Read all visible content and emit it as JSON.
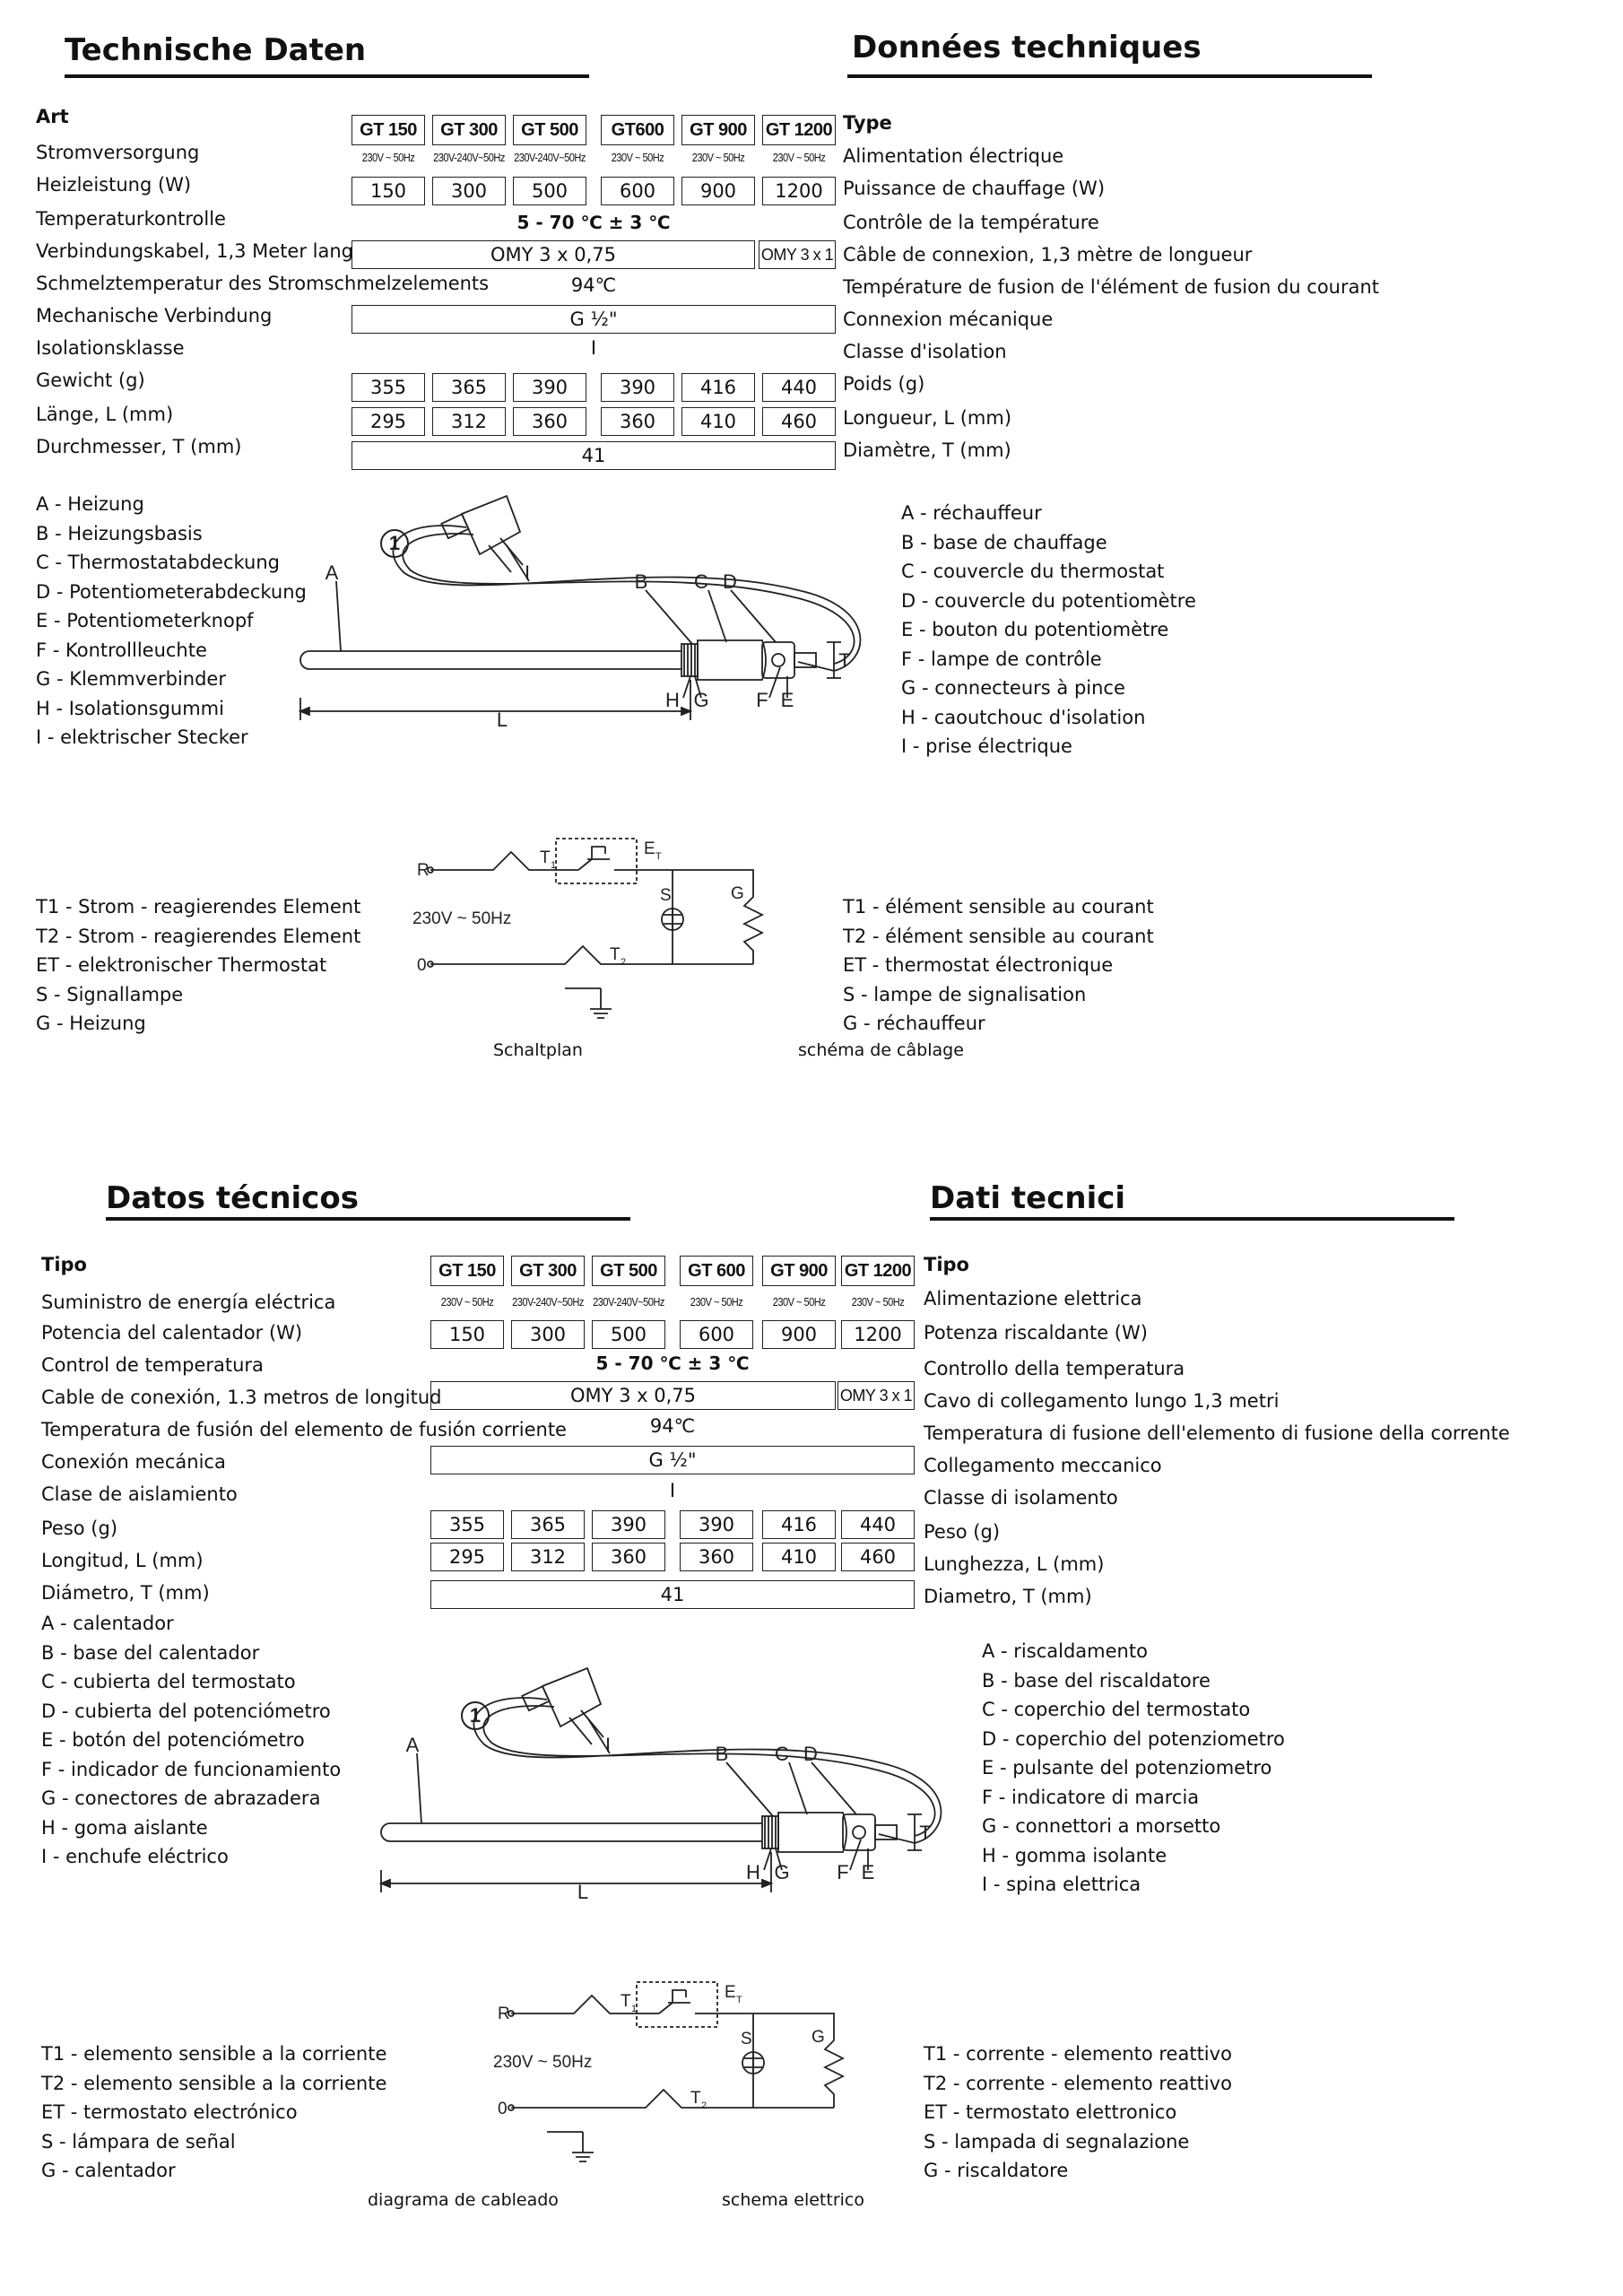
{
  "sections": {
    "de": {
      "title": "Technische Daten",
      "rows": [
        "Art",
        "Stromversorgung",
        "Heizleistung (W)",
        "Temperaturkontrolle",
        "Verbindungskabel, 1,3 Meter lang",
        "Schmelztemperatur des Stromschmelzelements",
        "Mechanische Verbindung",
        "Isolationsklasse",
        "Gewicht (g)",
        "Länge, L (mm)",
        "Durchmesser, T (mm)"
      ],
      "parts": [
        "A - Heizung",
        "B - Heizungsbasis",
        "C - Thermostatabdeckung",
        "D - Potentiometerabdeckung",
        "E - Potentiometerknopf",
        "F - Kontrollleuchte",
        "G - Klemmverbinder",
        "H - Isolationsgummi",
        "I - elektrischer Stecker"
      ],
      "circuit": [
        "T1 - Strom - reagierendes Element",
        "T2 - Strom - reagierendes Element",
        "ET - elektronischer Thermostat",
        "S - Signallampe",
        "G - Heizung"
      ],
      "wiring_caption": "Schaltplan"
    },
    "fr": {
      "title": "Données techniques",
      "rows": [
        "Type",
        "Alimentation électrique",
        "Puissance de chauffage (W)",
        "Contrôle de la température",
        "Câble de connexion, 1,3 mètre de longueur",
        "Température de fusion de l'élément de fusion du courant",
        "Connexion mécanique",
        "Classe d'isolation",
        "Poids (g)",
        "Longueur, L (mm)",
        "Diamètre, T (mm)"
      ],
      "parts": [
        "A - réchauffeur",
        "B - base de chauffage",
        "C - couvercle du thermostat",
        "D - couvercle du potentiomètre",
        "E - bouton du potentiomètre",
        "F - lampe de contrôle",
        "G - connecteurs à pince",
        "H - caoutchouc d'isolation",
        "I - prise électrique"
      ],
      "circuit": [
        "T1 - élément sensible au courant",
        "T2 - élément sensible au courant",
        "ET - thermostat électronique",
        "S - lampe de signalisation",
        "G - réchauffeur"
      ],
      "wiring_caption": "schéma de câblage"
    },
    "es": {
      "title": "Datos técnicos",
      "rows": [
        "Tipo",
        "Suministro de energía eléctrica",
        "Potencia del calentador (W)",
        "Control de temperatura",
        "Cable de conexión, 1.3 metros de longitud",
        "Temperatura de fusión del elemento de fusión corriente",
        "Conexión mecánica",
        "Clase de aislamiento",
        "Peso (g)",
        "Longitud, L (mm)",
        "Diámetro, T (mm)"
      ],
      "parts": [
        "A - calentador",
        "B - base del calentador",
        "C - cubierta del termostato",
        "D - cubierta del potenciómetro",
        "E - botón del potenciómetro",
        "F - indicador de funcionamiento",
        "G - conectores de abrazadera",
        "H - goma aislante",
        "I - enchufe eléctrico"
      ],
      "circuit": [
        "T1 - elemento sensible a la corriente",
        "T2 - elemento sensible a la corriente",
        "ET - termostato electrónico",
        "S - lámpara de señal",
        "G - calentador"
      ],
      "wiring_caption": "diagrama de cableado"
    },
    "it": {
      "title": "Dati tecnici",
      "rows": [
        "Tipo",
        "Alimentazione elettrica",
        "Potenza riscaldante (W)",
        "Controllo della temperatura",
        "Cavo di collegamento lungo 1,3 metri",
        "Temperatura di fusione dell'elemento di fusione della corrente",
        "Collegamento meccanico",
        "Classe di isolamento",
        "Peso (g)",
        "Lunghezza, L (mm)",
        "Diametro, T (mm)"
      ],
      "parts": [
        "A - riscaldamento",
        "B - base del riscaldatore",
        "C - coperchio del termostato",
        "D - coperchio del potenziometro",
        "E - pulsante del potenziometro",
        "F - indicatore di marcia",
        "G - connettori a morsetto",
        "H - gomma isolante",
        "I - spina elettrica"
      ],
      "circuit": [
        "T1 - corrente - elemento reattivo",
        "T2 - corrente - elemento reattivo",
        "ET - termostato elettronico",
        "S - lampada di segnalazione",
        "G - riscaldatore"
      ],
      "wiring_caption": "schema elettrico"
    }
  },
  "spec": {
    "models_top": [
      "GT 150",
      "GT 300",
      "GT 500",
      "GT600",
      "GT 900",
      "GT 1200"
    ],
    "models_bottom": [
      "GT 150",
      "GT 300",
      "GT 500",
      "GT 600",
      "GT 900",
      "GT 1200"
    ],
    "voltages": [
      "230V ~ 50Hz",
      "230V-240V~50Hz",
      "230V-240V~50Hz",
      "230V ~ 50Hz",
      "230V ~ 50Hz",
      "230V ~ 50Hz"
    ],
    "power": [
      "150",
      "300",
      "500",
      "600",
      "900",
      "1200"
    ],
    "temp_range": "5 - 70 ℃  ± 3 ℃",
    "cable": "OMY 3 x 0,75",
    "cable_last": "OMY 3 x 1",
    "fuse_temp": "94℃",
    "connection": "G ½\"",
    "insulation": "I",
    "weight": [
      "355",
      "365",
      "390",
      "390",
      "416",
      "440"
    ],
    "length": [
      "295",
      "312",
      "360",
      "360",
      "410",
      "460"
    ],
    "diameter": "41"
  },
  "diagram": {
    "callout": "1",
    "letters": [
      "A",
      "B",
      "C",
      "D",
      "E",
      "F",
      "G",
      "H",
      "I",
      "L",
      "T"
    ]
  },
  "wiring": {
    "supply": "230V ~ 50Hz",
    "R": "R",
    "zero": "0",
    "T1": "T",
    "T1_sub": "1",
    "T2": "T",
    "T2_sub": "2",
    "ET": "E",
    "ET_sub": "T",
    "S": "S",
    "G": "G"
  }
}
